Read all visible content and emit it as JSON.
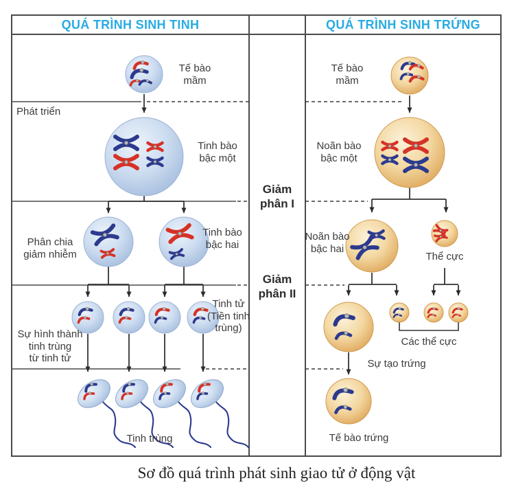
{
  "headers": {
    "left": "QUÁ TRÌNH SINH TINH",
    "right": "QUÁ TRÌNH SINH TRỨNG"
  },
  "spermatogenesis": {
    "development": "Phát triển",
    "germ_cell": "Tế bào\nmầm",
    "primary_spermatocyte": "Tinh bào\nbậc một",
    "reduction_division": "Phân chia\ngiảm nhiễm",
    "secondary_spermatocyte": "Tinh bào\nbậc hai",
    "spermatid": "Tinh tử\n(Tiền tinh\ntrùng)",
    "sperm_formation": "Sự hình thành\ntinh trùng\ntừ tinh tử",
    "sperm": "Tinh trùng"
  },
  "meiosis": {
    "phase1": "Giảm\nphân I",
    "phase2": "Giảm\nphân II"
  },
  "oogenesis": {
    "germ_cell": "Tế bào\nmầm",
    "primary_oocyte": "Noãn bào\nbậc một",
    "secondary_oocyte": "Noãn bào\nbậc hai",
    "polar_body": "Thể cực",
    "polar_bodies": "Các thể cực",
    "egg_formation": "Sự tạo trứng",
    "egg_cell": "Tế bào trứng"
  },
  "caption": "Sơ đồ quá trình phát sinh giao tử ở động vật",
  "colors": {
    "header_text": "#29abe2",
    "chromosome_red": "#d63226",
    "chromosome_blue": "#2c3a8e",
    "sperm_line_cell": "#c7d9ee",
    "egg_line_cell": "#f0c98c",
    "frame_line": "#4a4a4a"
  }
}
